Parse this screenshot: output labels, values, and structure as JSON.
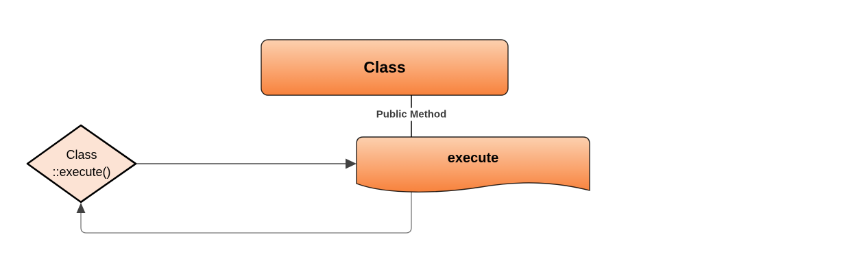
{
  "diagram": {
    "background_color": "#ffffff",
    "nodes": {
      "class_box": {
        "label": "Class"
      },
      "execute_document": {
        "label": "execute"
      },
      "call_diamond": {
        "label_line1": "Class",
        "label_line2": "::execute()"
      }
    },
    "edges": {
      "class_to_execute": {
        "label": "Public Method"
      }
    },
    "colors": {
      "node_gradient_top": "#FCD0AF",
      "node_gradient_bottom": "#F8823C",
      "diamond_fill": "#FCE3D4",
      "shape_stroke": "#000000",
      "connector_stroke": "#3F3F3F",
      "arrow_stroke": "#4A4A4A",
      "loop_stroke": "#757575",
      "arrowhead_fill": "#424242",
      "edge_label_color": "#3B3B3B",
      "text_color": "#000000"
    }
  }
}
